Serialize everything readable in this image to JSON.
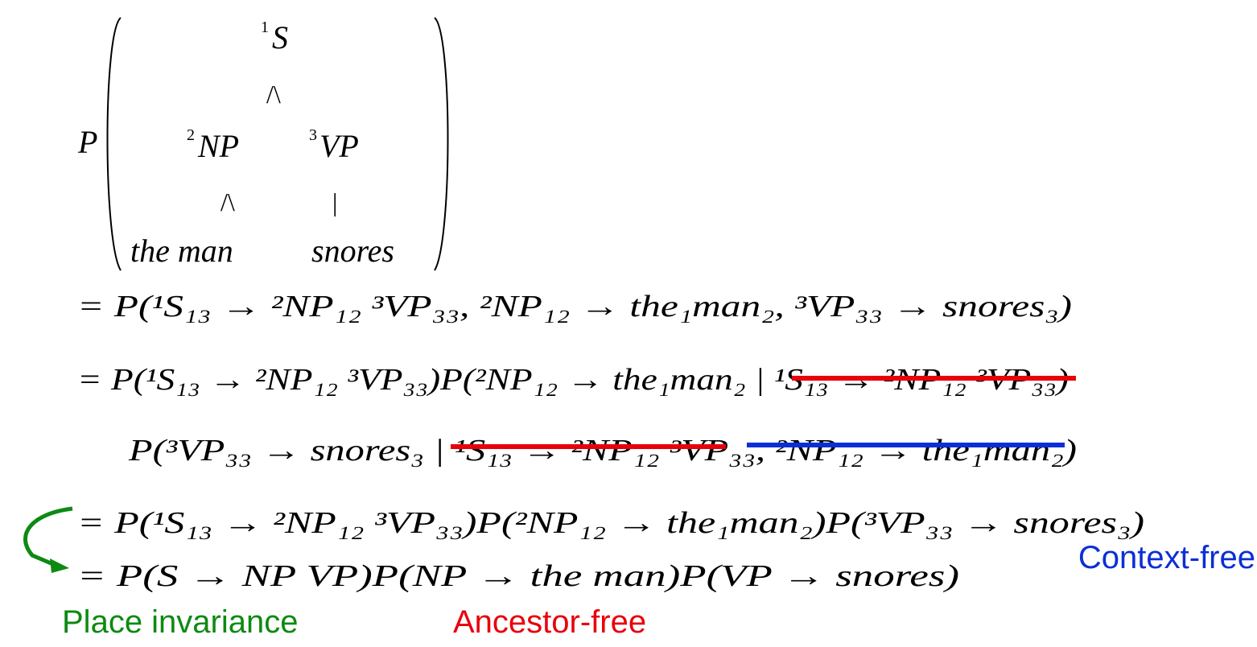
{
  "tree": {
    "prefix": "P",
    "root": {
      "sup": "1",
      "label": "S"
    },
    "branch_root": "/\\",
    "np": {
      "sup": "2",
      "label": "NP"
    },
    "vp": {
      "sup": "3",
      "label": "VP"
    },
    "branch_np": "/\\",
    "branch_vp": "|",
    "leaves_np": "the man",
    "leaves_vp": "snores"
  },
  "lines": {
    "line1": "= P(¹S₁₃ → ²NP₁₂ ³VP₃₃, ²NP₁₂ → the₁man₂, ³VP₃₃ → snores₃)",
    "line2": "= P(¹S₁₃ → ²NP₁₂ ³VP₃₃)P(²NP₁₂ → the₁man₂ | ¹S₁₃ → ²NP₁₂ ³VP₃₃)",
    "line3": "P(³VP₃₃ → snores₃ | ¹S₁₃ → ²NP₁₂ ³VP₃₃, ²NP₁₂ → the₁man₂)",
    "line4": "= P(¹S₁₃ → ²NP₁₂ ³VP₃₃)P(²NP₁₂ → the₁man₂)P(³VP₃₃ → snores₃)",
    "line5": "= P(S → NP VP)P(NP → the man)P(VP → snores)"
  },
  "labels": {
    "context_free": "Context-free",
    "place_invariance": "Place invariance",
    "ancestor_free": "Ancestor-free"
  },
  "colors": {
    "red": "#e8000b",
    "blue": "#0b2fd6",
    "green": "#0d8a12",
    "black": "#000000"
  }
}
